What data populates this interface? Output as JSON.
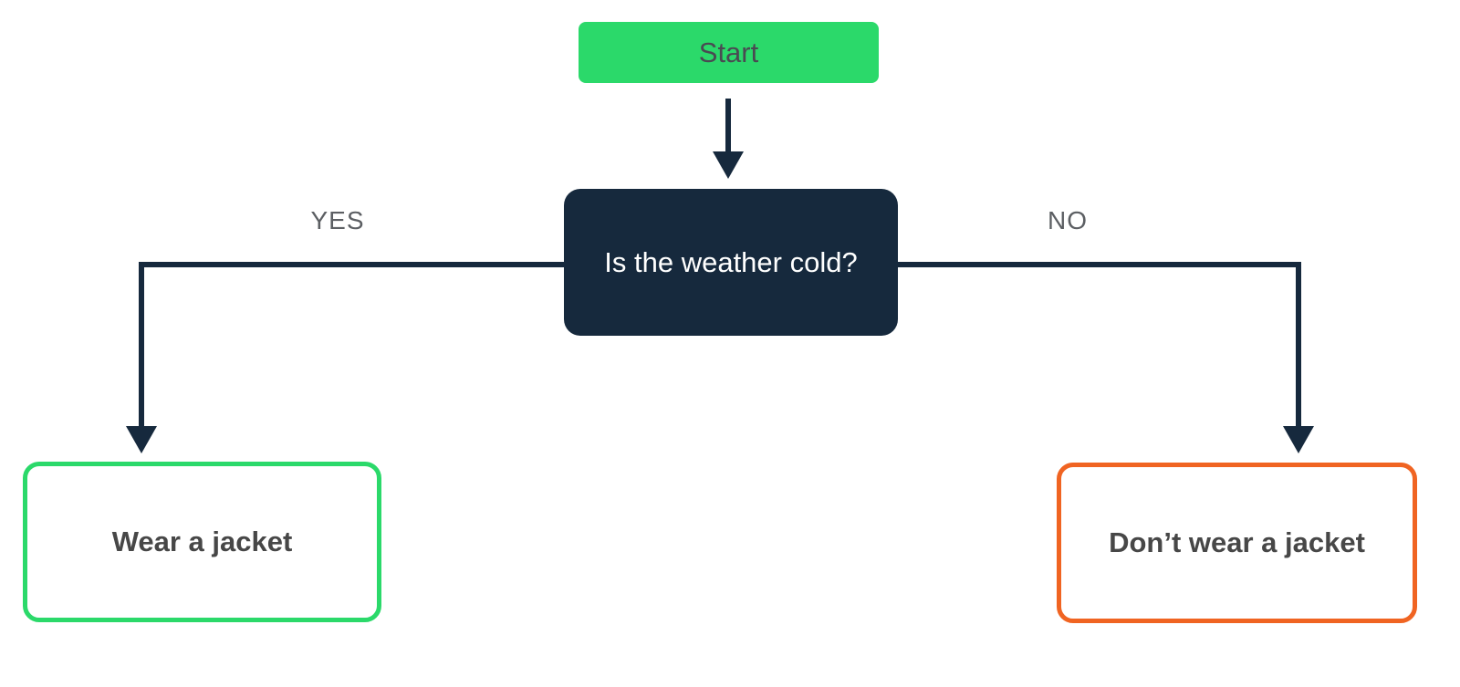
{
  "diagram": {
    "type": "flowchart",
    "background": "#FFFFFF",
    "connector_color": "#16293D",
    "edge_label_color": "#5C5F63",
    "nodes": {
      "start": {
        "label": "Start",
        "fill": "#2BD96A",
        "text_color": "#4A4A52"
      },
      "decision": {
        "label": "Is the weather cold?",
        "fill": "#16293D",
        "text_color": "#FFFFFF"
      },
      "result_yes": {
        "label": "Wear a jacket",
        "border_color": "#2BD96A",
        "text_color": "#474747"
      },
      "result_no": {
        "label": "Don’t wear a jacket",
        "border_color": "#F06422",
        "text_color": "#474747"
      }
    },
    "edges": {
      "yes": {
        "label": "YES",
        "from": "decision",
        "to": "result_yes"
      },
      "no": {
        "label": "NO",
        "from": "decision",
        "to": "result_no"
      }
    }
  }
}
